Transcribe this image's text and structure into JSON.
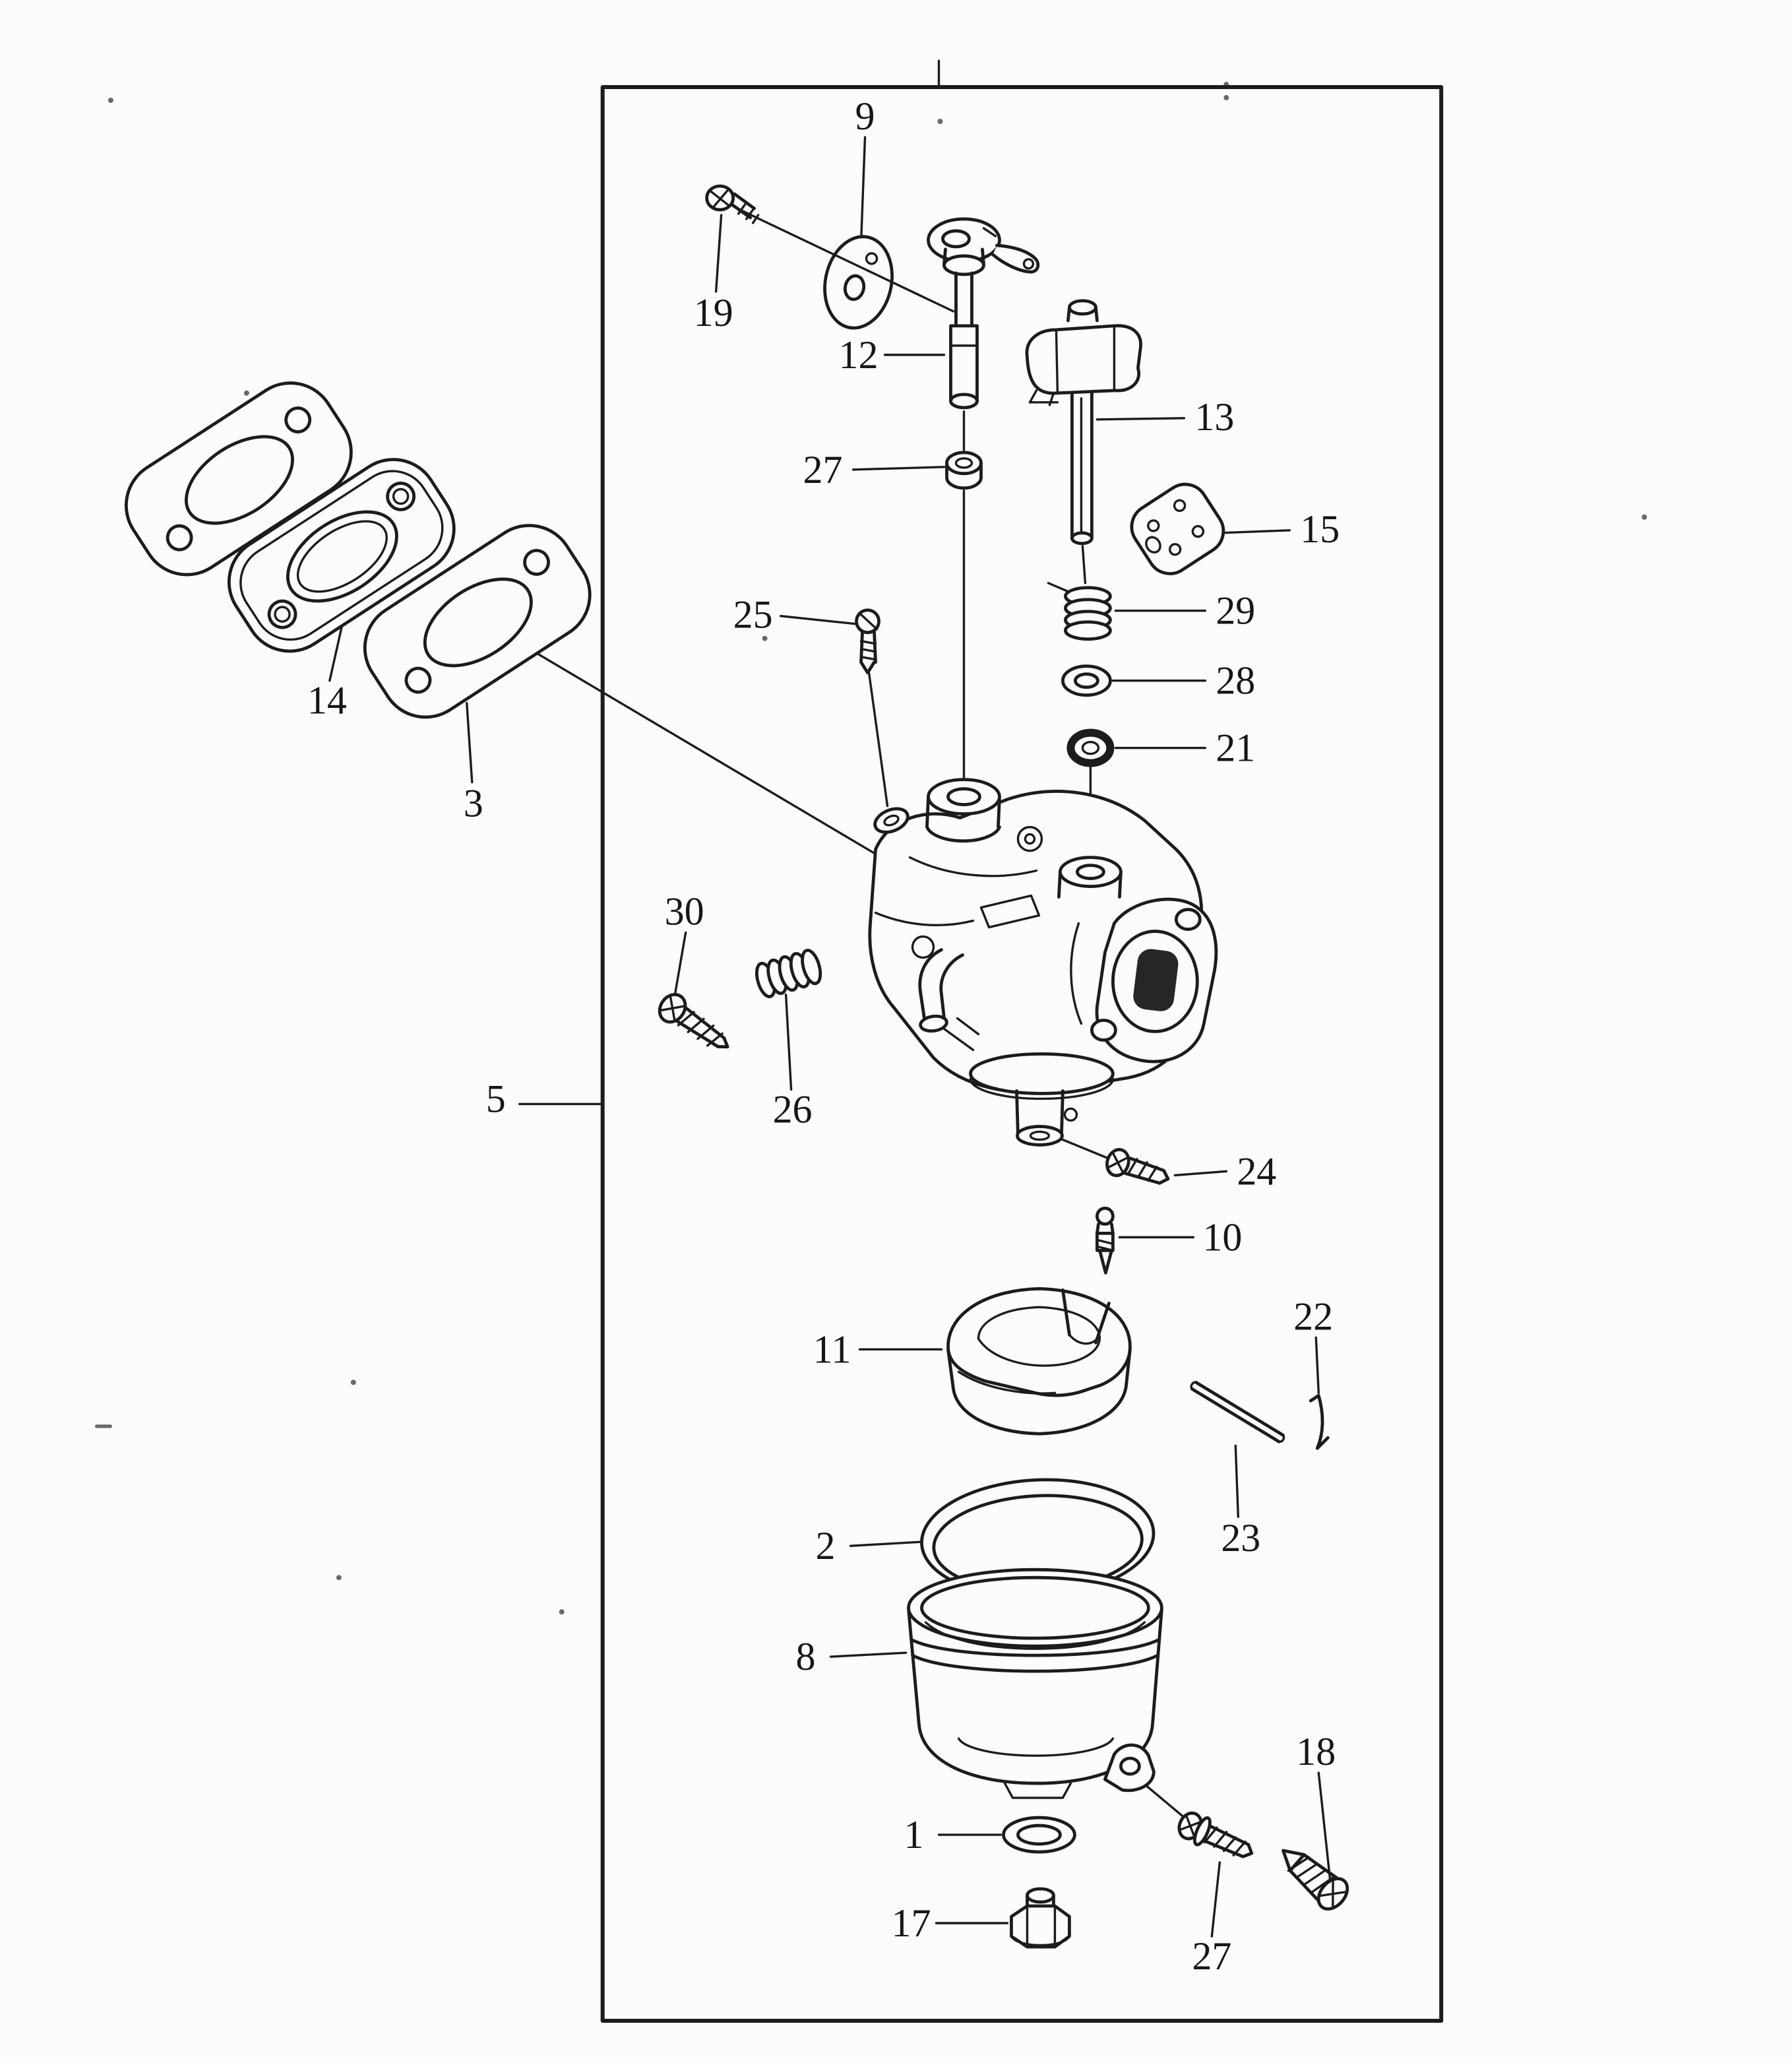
{
  "page": {
    "paper_color": "#fcfcfa",
    "ink_color": "#1c1c1c"
  },
  "diagram": {
    "kind": "exploded-parts-diagram",
    "callouts": {
      "c1": "1",
      "c2": "2",
      "c3": "3",
      "c5": "5",
      "c8": "8",
      "c9": "9",
      "c10": "10",
      "c11": "11",
      "c12": "12",
      "c13": "13",
      "c14": "14",
      "c15": "15",
      "c17": "17",
      "c18": "18",
      "c19": "19",
      "c21": "21",
      "c22": "22",
      "c23": "23",
      "c24": "24",
      "c25": "25",
      "c26": "26",
      "c27a": "27",
      "c27b": "27",
      "c28": "28",
      "c29": "29",
      "c30": "30"
    }
  }
}
